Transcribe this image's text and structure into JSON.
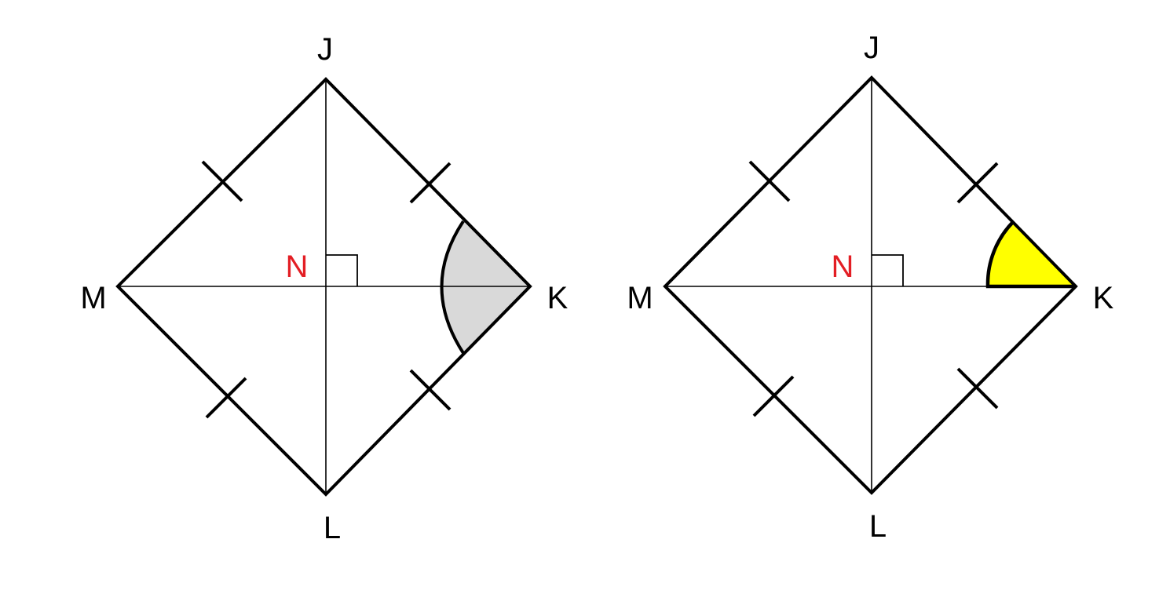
{
  "figures": [
    {
      "labels": {
        "J": "J",
        "K": "K",
        "L": "L",
        "M": "M",
        "N": "N"
      },
      "highlighted_angle": "K",
      "highlight_color": "#d9d9d9"
    },
    {
      "labels": {
        "J": "J",
        "K": "K",
        "L": "L",
        "M": "M",
        "N": "N"
      },
      "highlighted_angle": "K",
      "highlight_color": "#ffff00"
    }
  ],
  "colors": {
    "label_n": "#e31e24",
    "stroke": "#000000"
  }
}
